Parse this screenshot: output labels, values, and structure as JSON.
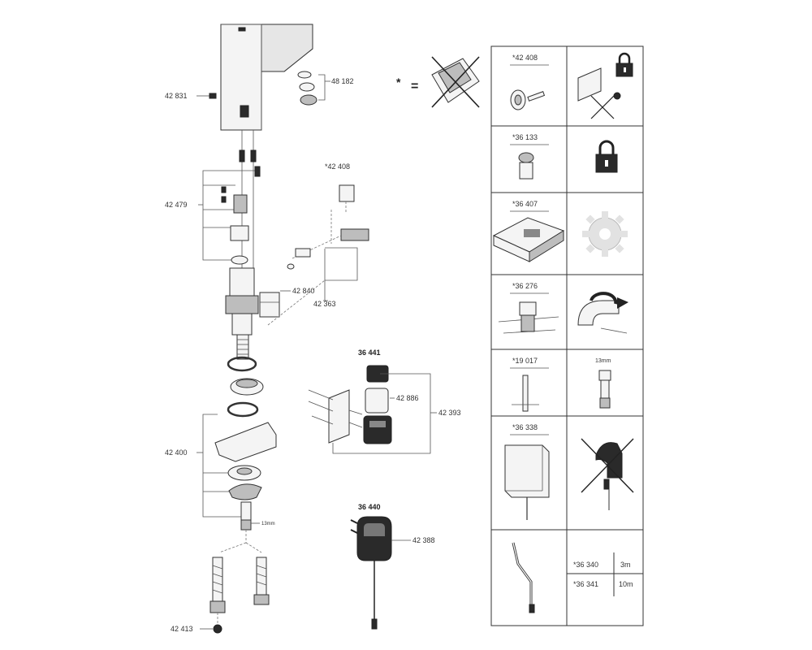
{
  "left_labels": {
    "spout_screw": "42 831",
    "aerator": "48 182",
    "cartridge_set": "42 479",
    "valve": "42 840",
    "mount_kit": "42 363",
    "mount_hardware": "42 400",
    "stud": "42 413",
    "optional_part": "*42 408",
    "tool_size": "13mm"
  },
  "center_labels": {
    "power_box_kit": "36 441",
    "power_box_insert": "42 886",
    "power_box_set": "42 393",
    "adapter_kit": "36 440",
    "adapter": "42 388",
    "asterisk": "*",
    "equals": "="
  },
  "table": {
    "rows": [
      {
        "part": "*42 408"
      },
      {
        "part": "*36 133"
      },
      {
        "part": "*36 407"
      },
      {
        "part": "*36 276"
      },
      {
        "part": "*19 017",
        "tool": "13mm"
      },
      {
        "part": "*36 338"
      }
    ],
    "cable": [
      {
        "part": "*36 340",
        "length": "3m"
      },
      {
        "part": "*36 341",
        "length": "10m"
      }
    ]
  },
  "icons": {
    "lock": "padlock-icon",
    "gear": "gear-icon",
    "crossed": "crossed-out-icon"
  }
}
